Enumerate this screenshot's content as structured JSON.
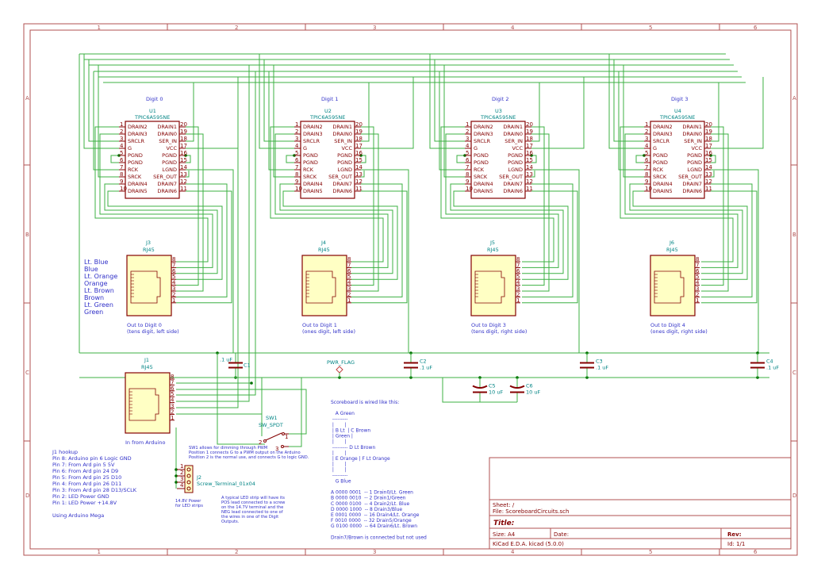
{
  "frame": {
    "columns": [
      "1",
      "2",
      "3",
      "4",
      "5",
      "6"
    ],
    "rows": [
      "A",
      "B",
      "C",
      "D"
    ]
  },
  "ic_pins": {
    "left": [
      {
        "num": "1",
        "name": "DRAIN2"
      },
      {
        "num": "2",
        "name": "DRAIN3"
      },
      {
        "num": "3",
        "name": "SRCLR"
      },
      {
        "num": "4",
        "name": "G"
      },
      {
        "num": "5",
        "name": "PGND"
      },
      {
        "num": "6",
        "name": "PGND"
      },
      {
        "num": "7",
        "name": "RCK"
      },
      {
        "num": "8",
        "name": "SRCK"
      },
      {
        "num": "9",
        "name": "DRAIN4"
      },
      {
        "num": "10",
        "name": "DRAIN5"
      }
    ],
    "right": [
      {
        "num": "20",
        "name": "DRAIN1"
      },
      {
        "num": "19",
        "name": "DRAIN0"
      },
      {
        "num": "18",
        "name": "SER_IN"
      },
      {
        "num": "17",
        "name": "VCC"
      },
      {
        "num": "16",
        "name": "PGND"
      },
      {
        "num": "15",
        "name": "PGND"
      },
      {
        "num": "14",
        "name": "LGND"
      },
      {
        "num": "13",
        "name": "SER_OUT"
      },
      {
        "num": "12",
        "name": "DRAIN7"
      },
      {
        "num": "11",
        "name": "DRAIN6"
      }
    ]
  },
  "ics": [
    {
      "title": "Digit 0",
      "ref": "U1",
      "value": "TPIC6A595NE"
    },
    {
      "title": "Digit 1",
      "ref": "U2",
      "value": "TPIC6A595NE"
    },
    {
      "title": "Digit 2",
      "ref": "U3",
      "value": "TPIC6A595NE"
    },
    {
      "title": "Digit 3",
      "ref": "U4",
      "value": "TPIC6A595NE"
    }
  ],
  "rj45_pins": [
    "8",
    "7",
    "6",
    "5",
    "4",
    "3",
    "2",
    "1"
  ],
  "jacks": [
    {
      "ref": "J3",
      "value": "RJ45",
      "caption1": "Out to Digit 0",
      "caption2": "(tens digit, left side)"
    },
    {
      "ref": "J4",
      "value": "RJ45",
      "caption1": "Out to Digit 1",
      "caption2": "(ones digit, left side)"
    },
    {
      "ref": "J5",
      "value": "RJ45",
      "caption1": "Out to Digit 3",
      "caption2": "(tens digit, right side)"
    },
    {
      "ref": "J6",
      "value": "RJ45",
      "caption1": "Out to Digit 4",
      "caption2": "(ones digit, right side)"
    }
  ],
  "wire_colors": [
    "Lt. Blue",
    "Blue",
    "Lt. Orange",
    "Orange",
    "Lt. Brown",
    "Brown",
    "Lt. Green",
    "Green"
  ],
  "j1": {
    "ref": "J1",
    "value": "RJ45",
    "caption": "In from Arduino"
  },
  "caps": [
    {
      "ref": "C1",
      "value": ".1 uF"
    },
    {
      "ref": "C2",
      "value": ".1 uF"
    },
    {
      "ref": "C3",
      "value": ".1 uF"
    },
    {
      "ref": "C4",
      "value": ".1 uF"
    },
    {
      "ref": "C5",
      "value": "10 uF"
    },
    {
      "ref": "C6",
      "value": "10 uF"
    }
  ],
  "pwr_flag": "PWR_FLAG",
  "sw1": {
    "ref": "SW1",
    "value": "SW_SPDT",
    "pins": [
      "1",
      "2",
      "3"
    ],
    "note": [
      "SW1 allows for dimming through PWM",
      "Position 1 connects G to a PWM output on the Arduino",
      "Position 2 is the normal use, and connects G to logic GND."
    ]
  },
  "j2": {
    "ref": "J2",
    "value": "Screw_Terminal_01x04",
    "pins": [
      "1",
      "2",
      "3",
      "4"
    ],
    "power_note": [
      "14.8V Power",
      "for LED strips"
    ],
    "strip_note": [
      "A typical LED strip will have its",
      "POS lead connected to a screw",
      "on the 14.7V terminal and the",
      "NEG lead connected to one of",
      "the wires in one of the Digit",
      "Outputs."
    ]
  },
  "hookup_notes": [
    "J1 hookup",
    "Pin 8: Arduino pin 6 Logic GND",
    "Pin 7: From Ard pin 5 5V",
    "Pin 6: From Ard pin 24 D9",
    "Pin 5: From Ard pin 25 D10",
    "Pin 4: From Ard pin 26 D11",
    "Pin 3: From Ard pin 28 D13/SCLK",
    "Pin 2: LED Power GND",
    "Pin 1: LED Power +14.8V",
    "",
    "Using Arduino Mega"
  ],
  "scoreboard_notes": [
    "Scoreboard is wired like this:",
    "",
    "   A Green",
    " ---------",
    " |       |",
    " | B Lt  | C Brown",
    " | Green |",
    " |       |",
    " --------- D Lt Brown",
    " |       |",
    " | E Orange | F Lt Orange",
    " |       |",
    " |       |",
    " ---------",
    "   G Blue",
    "",
    "A 0000 0001  -- 1 Drain0/Lt. Green",
    "B 0000 0010  -- 2 Drain1/Green",
    "C 0000 0100  -- 4 Drain2/Lt. Blue",
    "D 0000 1000  -- 8 Drain3/Blue",
    "E 0001 0000  -- 16 Drain4/Lt. Orange",
    "F 0010 0000  -- 32 Drain5/Orange",
    "G 0100 0000  -- 64 Drain6/Lt. Brown",
    "",
    "Drain7/Brown is connected but not used"
  ],
  "title_block": {
    "sheet": "Sheet: /",
    "file": "File: ScoreboardCircuits.sch",
    "title": "Title:",
    "size": "Size: A4",
    "date": "Date:",
    "rev": "Rev:",
    "tool": "KiCad E.D.A.  kicad (5.0.0)",
    "id": "Id: 1/1"
  }
}
